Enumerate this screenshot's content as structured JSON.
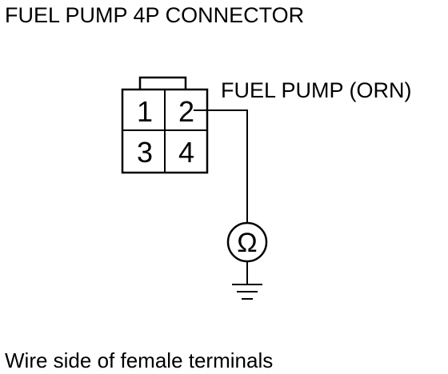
{
  "title": "FUEL PUMP 4P CONNECTOR",
  "wire_label": "FUEL PUMP (ORN)",
  "connector": {
    "pins": [
      "1",
      "2",
      "3",
      "4"
    ]
  },
  "meter_symbol": "Ω",
  "caption": "Wire side of female terminals"
}
